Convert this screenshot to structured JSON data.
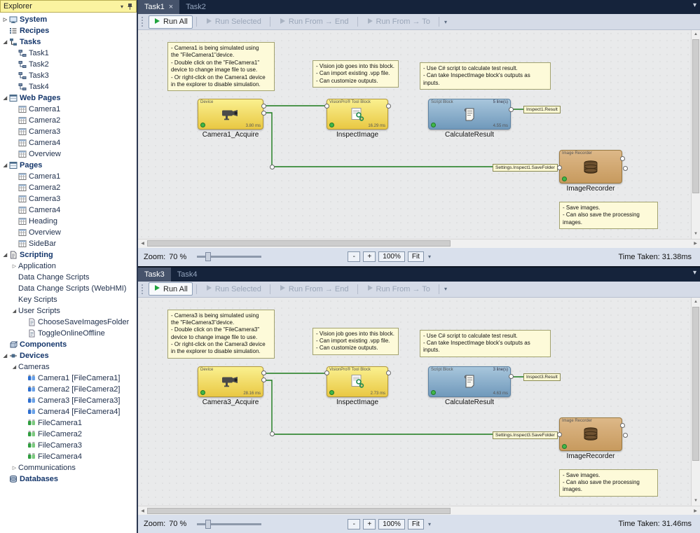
{
  "explorer": {
    "title": "Explorer",
    "tree": [
      {
        "label": "System",
        "level": 0,
        "bold": true,
        "icon": "system-icon",
        "arrow": "collapsed"
      },
      {
        "label": "Recipes",
        "level": 0,
        "bold": true,
        "icon": "recipes-icon"
      },
      {
        "label": "Tasks",
        "level": 0,
        "bold": true,
        "icon": "tasks-icon",
        "arrow": "expanded"
      },
      {
        "label": "Task1",
        "level": 1,
        "icon": "task-icon"
      },
      {
        "label": "Task2",
        "level": 1,
        "icon": "task-icon"
      },
      {
        "label": "Task3",
        "level": 1,
        "icon": "task-icon"
      },
      {
        "label": "Task4",
        "level": 1,
        "icon": "task-icon"
      },
      {
        "label": "Web Pages",
        "level": 0,
        "bold": true,
        "icon": "webpages-icon",
        "arrow": "expanded"
      },
      {
        "label": "Camera1",
        "level": 1,
        "icon": "page-icon"
      },
      {
        "label": "Camera2",
        "level": 1,
        "icon": "page-icon"
      },
      {
        "label": "Camera3",
        "level": 1,
        "icon": "page-icon"
      },
      {
        "label": "Camera4",
        "level": 1,
        "icon": "page-icon"
      },
      {
        "label": "Overview",
        "level": 1,
        "icon": "page-icon"
      },
      {
        "label": "Pages",
        "level": 0,
        "bold": true,
        "icon": "webpages-icon",
        "arrow": "expanded"
      },
      {
        "label": "Camera1",
        "level": 1,
        "icon": "page-icon"
      },
      {
        "label": "Camera2",
        "level": 1,
        "icon": "page-icon"
      },
      {
        "label": "Camera3",
        "level": 1,
        "icon": "page-icon"
      },
      {
        "label": "Camera4",
        "level": 1,
        "icon": "page-icon"
      },
      {
        "label": "Heading",
        "level": 1,
        "icon": "page-icon"
      },
      {
        "label": "Overview",
        "level": 1,
        "icon": "page-icon"
      },
      {
        "label": "SideBar",
        "level": 1,
        "icon": "page-icon"
      },
      {
        "label": "Scripting",
        "level": 0,
        "bold": true,
        "icon": "scripting-icon",
        "arrow": "expanded"
      },
      {
        "label": "Application",
        "level": 1,
        "arrow": "collapsed"
      },
      {
        "label": "Data Change Scripts",
        "level": 1
      },
      {
        "label": "Data Change Scripts (WebHMI)",
        "level": 1
      },
      {
        "label": "Key Scripts",
        "level": 1
      },
      {
        "label": "User Scripts",
        "level": 1,
        "arrow": "expanded"
      },
      {
        "label": "ChooseSaveImagesFolder",
        "level": 2,
        "icon": "script-icon"
      },
      {
        "label": "ToggleOnlineOffline",
        "level": 2,
        "icon": "script-icon"
      },
      {
        "label": "Components",
        "level": 0,
        "bold": true,
        "icon": "components-icon"
      },
      {
        "label": "Devices",
        "level": 0,
        "bold": true,
        "icon": "devices-icon",
        "arrow": "expanded"
      },
      {
        "label": "Cameras",
        "level": 1,
        "arrow": "expanded"
      },
      {
        "label": "Camera1  [FileCamera1]",
        "level": 2,
        "icon": "camera-plug-icon"
      },
      {
        "label": "Camera2  [FileCamera2]",
        "level": 2,
        "icon": "camera-plug-icon"
      },
      {
        "label": "Camera3  [FileCamera3]",
        "level": 2,
        "icon": "camera-plug-icon"
      },
      {
        "label": "Camera4  [FileCamera4]",
        "level": 2,
        "icon": "camera-plug-icon"
      },
      {
        "label": "FileCamera1",
        "level": 2,
        "icon": "filecamera-icon"
      },
      {
        "label": "FileCamera2",
        "level": 2,
        "icon": "filecamera-icon"
      },
      {
        "label": "FileCamera3",
        "level": 2,
        "icon": "filecamera-icon"
      },
      {
        "label": "FileCamera4",
        "level": 2,
        "icon": "filecamera-icon"
      },
      {
        "label": "Communications",
        "level": 1,
        "arrow": "collapsed"
      },
      {
        "label": "Databases",
        "level": 0,
        "bold": true,
        "icon": "database-icon"
      }
    ]
  },
  "panels": [
    {
      "tabs": [
        {
          "label": "Task1",
          "active": true,
          "close": "×"
        },
        {
          "label": "Task2",
          "active": false
        }
      ],
      "toolbar": [
        {
          "label": "Run All",
          "enabled": true
        },
        {
          "label": "Run Selected",
          "enabled": false
        },
        {
          "label": "Run From → End",
          "enabled": false
        },
        {
          "label": "Run From → To",
          "enabled": false
        }
      ],
      "notes": [
        {
          "text": "- Camera1 is being simulated using\nthe \"FileCamera1\"device.\n- Double click on the \"FileCamera1\"\ndevice to change image file to use.\n- Or right-click on the Camera1 device\nin the explorer to disable simulation."
        },
        {
          "text": "- Vision job goes into this block.\n- Can import existing .vpp file.\n- Can customize outputs."
        },
        {
          "text": "- Use C# script to calculate test result.\n- Can take InspectImage block's outputs as inputs."
        },
        {
          "text": "- Save images.\n- Can also save the processing images."
        }
      ],
      "blocks": [
        {
          "label": "Camera1_Acquire",
          "type": "camera",
          "header": "Device",
          "ms": "3.80 ms"
        },
        {
          "label": "InspectImage",
          "type": "vision",
          "header": "VisionPro® Tool Block",
          "ms": "16.29 ms"
        },
        {
          "label": "CalculateResult",
          "type": "script",
          "header": "Script Block",
          "lines": "5 line(s)",
          "ms": "4.55 ms"
        },
        {
          "label": "ImageRecorder",
          "type": "recorder",
          "header": "Image Recorder"
        }
      ],
      "tags": [
        "Inspect1.Result",
        "Settings.Inspect1.SaveFolder"
      ],
      "zoom": {
        "label": "Zoom:",
        "value": "70 %",
        "minus": "-",
        "plus": "+",
        "hundred": "100%",
        "fit": "Fit"
      },
      "time_taken": "Time Taken: 31.38ms"
    },
    {
      "tabs": [
        {
          "label": "Task3",
          "active": true
        },
        {
          "label": "Task4",
          "active": false
        }
      ],
      "toolbar": [
        {
          "label": "Run All",
          "enabled": true
        },
        {
          "label": "Run Selected",
          "enabled": false
        },
        {
          "label": "Run From → End",
          "enabled": false
        },
        {
          "label": "Run From → To",
          "enabled": false
        }
      ],
      "notes": [
        {
          "text": "- Camera3 is being simulated using\nthe \"FileCamera3\"device.\n- Double click on the \"FileCamera3\"\ndevice to change image file to use.\n- Or right-click on the Camera3 device\nin the explorer to disable simulation."
        },
        {
          "text": "- Vision job goes into this block.\n- Can import existing .vpp file.\n- Can customize outputs."
        },
        {
          "text": "- Use C# script to calculate test result.\n- Can take InspectImage block's outputs as inputs."
        },
        {
          "text": "- Save images.\n- Can also save the processing images."
        }
      ],
      "blocks": [
        {
          "label": "Camera3_Acquire",
          "type": "camera",
          "header": "Device",
          "ms": "28.16 ms"
        },
        {
          "label": "InspectImage",
          "type": "vision",
          "header": "VisionPro® Tool Block",
          "ms": "2.73 ms"
        },
        {
          "label": "CalculateResult",
          "type": "script",
          "header": "Script Block",
          "lines": "3 line(s)",
          "ms": "4.63 ms"
        },
        {
          "label": "ImageRecorder",
          "type": "recorder",
          "header": "Image Recorder"
        }
      ],
      "tags": [
        "Inspect3.Result",
        "Settings.Inspect3.SaveFolder"
      ],
      "zoom": {
        "label": "Zoom:",
        "value": "70 %",
        "minus": "-",
        "plus": "+",
        "hundred": "100%",
        "fit": "Fit"
      },
      "time_taken": "Time Taken: 31.46ms"
    }
  ]
}
